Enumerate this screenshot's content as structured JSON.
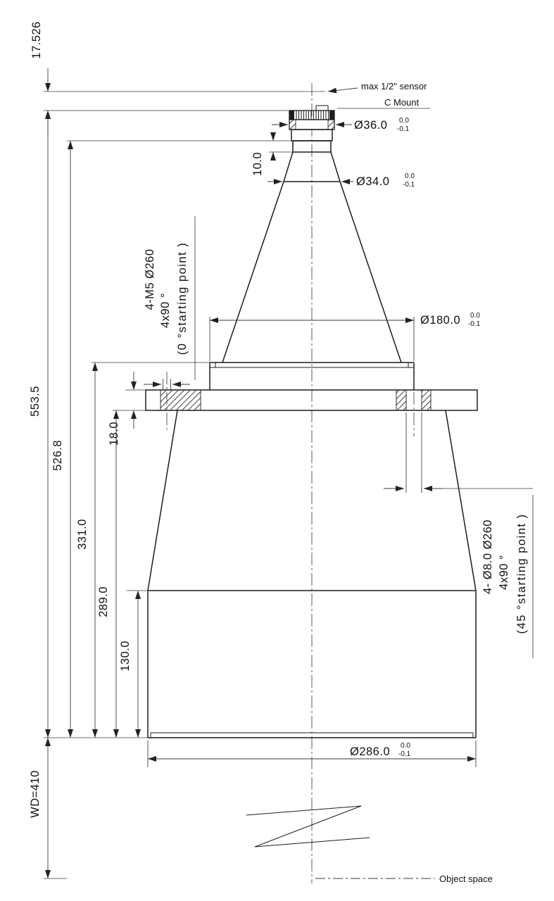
{
  "labels": {
    "sensor": "max 1/2\" sensor",
    "c_mount": "C Mount",
    "object_space": "Object space"
  },
  "dims": {
    "flange_focal": "17.526",
    "total": "553.5",
    "rear_face": "526.8",
    "step": "331.0",
    "flange_face": "289.0",
    "barrel": "130.0",
    "flange_thk": "18.0",
    "neck": "10.0",
    "wd": "WD=410",
    "dia36": "Ø36.0",
    "dia34": "Ø34.0",
    "dia180": "Ø180.0",
    "dia286": "Ø286.0",
    "tol_hi": "0.0",
    "tol_lo": "-0.1",
    "m5_holes": "4-M5 Ø260",
    "m5_pattern": "4x90 °",
    "m5_start": "(0 °starting point )",
    "d8_holes": "4- Ø8.0 Ø260",
    "d8_pattern": "4x90 °",
    "d8_start": "(45 °starting point )"
  }
}
